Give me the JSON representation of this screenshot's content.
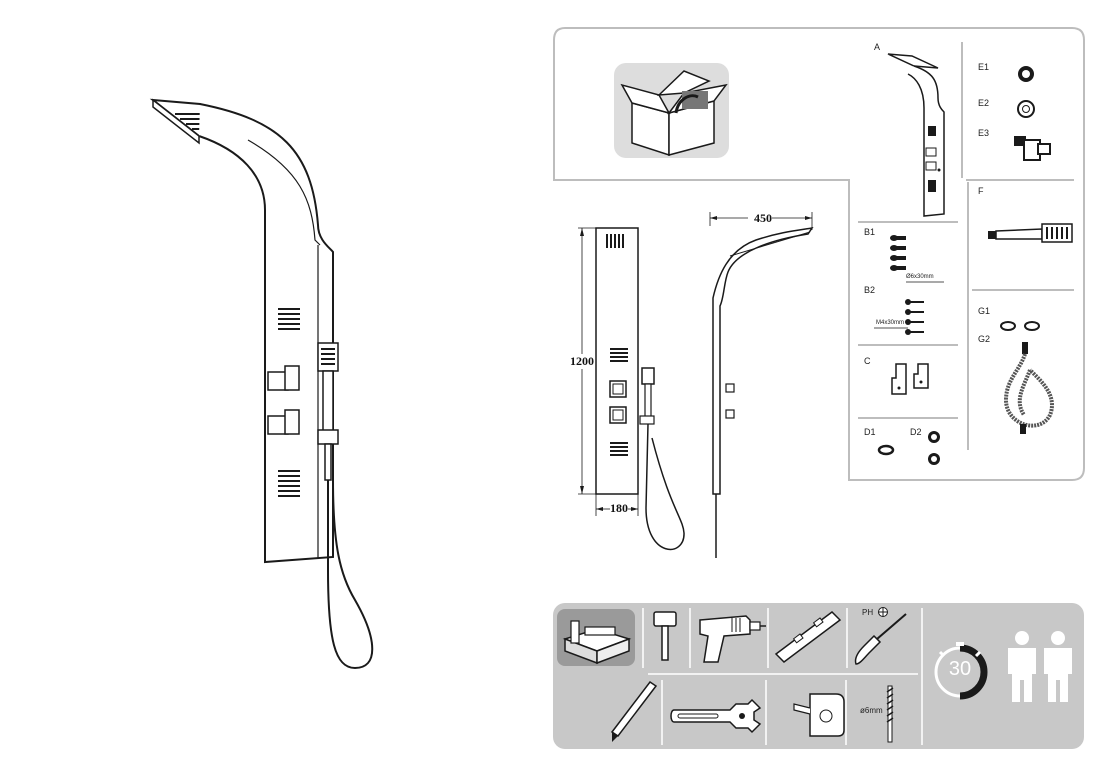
{
  "parts": {
    "a": "A",
    "b1": "B1",
    "b1_size": "Ø6x30mm",
    "b2": "B2",
    "b2_size": "M4x30mm",
    "c": "C",
    "d1": "D1",
    "d2": "D2",
    "e1": "E1",
    "e2": "E2",
    "e3": "E3",
    "f": "F",
    "g1": "G1",
    "g2": "G2"
  },
  "dimensions": {
    "top_width": "450",
    "height": "1200",
    "bottom_width": "180"
  },
  "tools": {
    "ph_label": "PH",
    "drill_bit_label": "ø6mm",
    "time_minutes": "30",
    "persons": 2
  },
  "colors": {
    "panel_border": "#bdbdbd",
    "tools_bar": "#c8c8c8",
    "tool_icon_bg": "#9a9a9a",
    "line": "#1a1a1a"
  }
}
